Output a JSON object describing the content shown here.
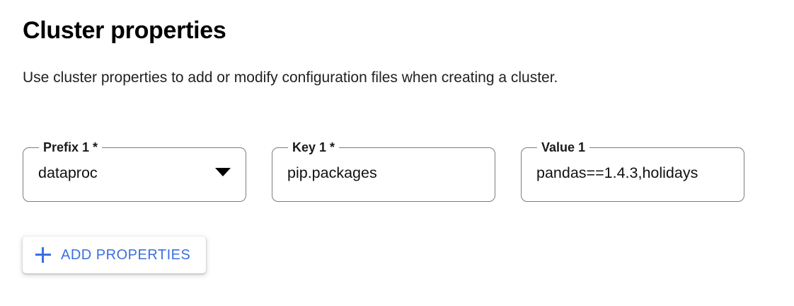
{
  "header": {
    "title": "Cluster properties",
    "subtitle": "Use cluster properties to add or modify configuration files when creating a cluster."
  },
  "form": {
    "fields": [
      {
        "label": "Prefix 1 *",
        "value": "dataproc",
        "type": "select",
        "icon": "chevron-down-icon",
        "required": true
      },
      {
        "label": "Key 1 *",
        "value": "pip.packages",
        "type": "text",
        "required": true
      },
      {
        "label": "Value 1",
        "value": "pandas==1.4.3,holidays",
        "type": "text",
        "required": false
      }
    ]
  },
  "actions": {
    "add_properties": {
      "label": "ADD PROPERTIES",
      "icon": "plus-icon"
    }
  },
  "colors": {
    "accent_blue": "#3b6fe0",
    "text_primary": "#202124",
    "field_border": "#7a7d80",
    "background": "#ffffff"
  }
}
